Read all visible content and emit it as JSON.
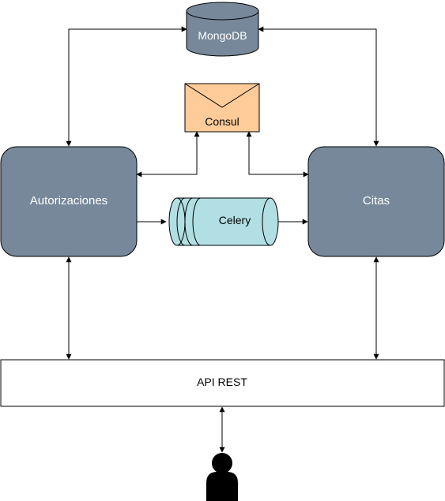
{
  "nodes": {
    "database": {
      "label": "MongoDB",
      "fill": "#76889a",
      "text_color": "#ffffff",
      "icon": "database-cylinder-icon"
    },
    "consul": {
      "label": "Consul",
      "fill": "#ffcc99",
      "text_color": "#000000",
      "icon": "envelope-icon"
    },
    "autorizaciones": {
      "label": "Autorizaciones",
      "fill": "#76889a",
      "text_color": "#ffffff"
    },
    "citas": {
      "label": "Citas",
      "fill": "#76889a",
      "text_color": "#ffffff"
    },
    "celery": {
      "label": "Celery",
      "fill": "#b1dfe3",
      "text_color": "#000000",
      "icon": "queue-cylinder-icon"
    },
    "api": {
      "label": "API REST",
      "fill": "#ffffff",
      "text_color": "#000000"
    },
    "user": {
      "icon": "user-icon",
      "fill": "#000000"
    }
  },
  "edges": [
    {
      "from": "autorizaciones",
      "to": "database",
      "direction": "both"
    },
    {
      "from": "citas",
      "to": "database",
      "direction": "both"
    },
    {
      "from": "autorizaciones",
      "to": "consul",
      "direction": "both"
    },
    {
      "from": "citas",
      "to": "consul",
      "direction": "both"
    },
    {
      "from": "autorizaciones",
      "to": "celery",
      "direction": "forward"
    },
    {
      "from": "celery",
      "to": "citas",
      "direction": "forward"
    },
    {
      "from": "autorizaciones",
      "to": "api",
      "direction": "both"
    },
    {
      "from": "citas",
      "to": "api",
      "direction": "both"
    },
    {
      "from": "api",
      "to": "user",
      "direction": "both"
    }
  ]
}
